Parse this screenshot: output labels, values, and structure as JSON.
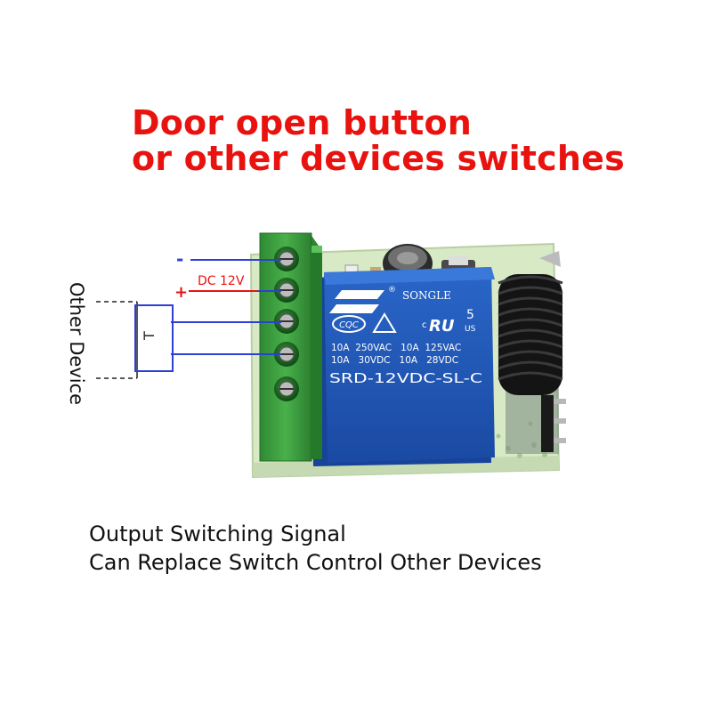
{
  "headline": {
    "line1": "Door open button",
    "line2": "or other devices switches"
  },
  "caption": {
    "line1": "Output Switching Signal",
    "line2": "Can Replace Switch Control Other Devices"
  },
  "wiring": {
    "minus_sign": "-",
    "plus_sign": "+",
    "dc_label": "DC 12V",
    "device_label": "Other Device",
    "switch_symbol": "T"
  },
  "relay": {
    "brand": "SONGLE",
    "registered_mark": "®",
    "cqc_mark": "CQC",
    "ul_mark": "RU",
    "ul_c": "c",
    "ul_us": "US",
    "ul_number": "5",
    "rating_1": "10A  250VAC   10A  125VAC",
    "rating_2": "10A   30VDC   10A   28VDC",
    "model": "SRD-12VDC-SL-C"
  },
  "colors": {
    "headline": "#e8120f",
    "wire_blue": "#2d3fd6",
    "wire_red": "#e8120f",
    "terminal_green": "#3a9a3c",
    "relay_blue": "#1f56b8",
    "pcb_green": "#d7e8c8"
  }
}
